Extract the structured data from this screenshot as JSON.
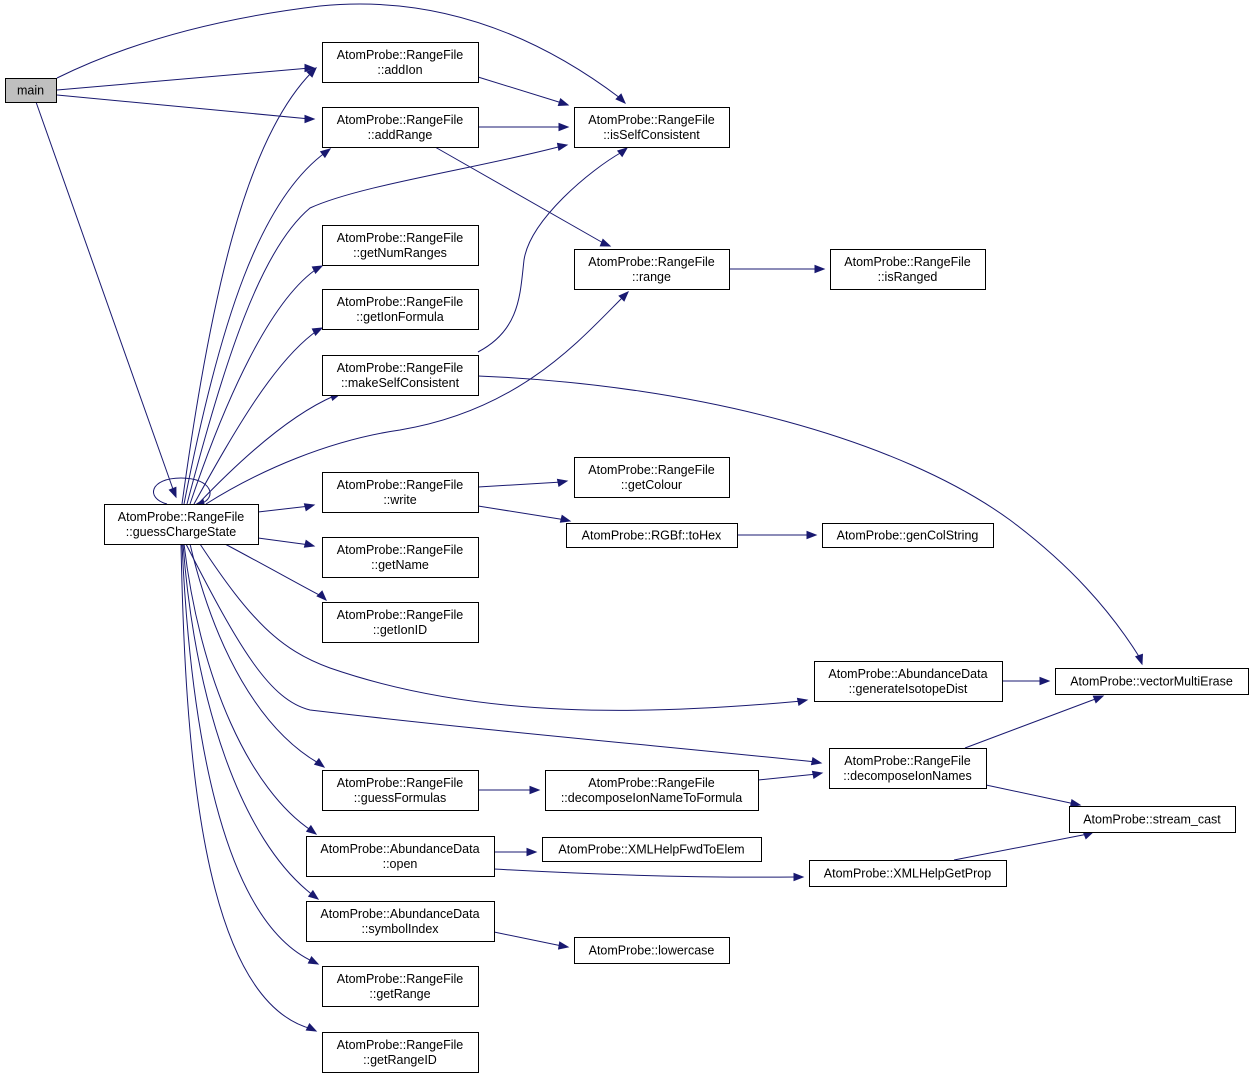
{
  "graph": {
    "nodes": [
      {
        "id": "main",
        "lines": [
          "main"
        ],
        "root": true
      },
      {
        "id": "addIon",
        "lines": [
          "AtomProbe::RangeFile",
          "::addIon"
        ]
      },
      {
        "id": "addRange",
        "lines": [
          "AtomProbe::RangeFile",
          "::addRange"
        ]
      },
      {
        "id": "isSelfConsistent",
        "lines": [
          "AtomProbe::RangeFile",
          "::isSelfConsistent"
        ]
      },
      {
        "id": "getNumRanges",
        "lines": [
          "AtomProbe::RangeFile",
          "::getNumRanges"
        ]
      },
      {
        "id": "range",
        "lines": [
          "AtomProbe::RangeFile",
          "::range"
        ]
      },
      {
        "id": "isRanged",
        "lines": [
          "AtomProbe::RangeFile",
          "::isRanged"
        ]
      },
      {
        "id": "getIonFormula",
        "lines": [
          "AtomProbe::RangeFile",
          "::getIonFormula"
        ]
      },
      {
        "id": "makeSelfConsistent",
        "lines": [
          "AtomProbe::RangeFile",
          "::makeSelfConsistent"
        ]
      },
      {
        "id": "getColour",
        "lines": [
          "AtomProbe::RangeFile",
          "::getColour"
        ]
      },
      {
        "id": "write",
        "lines": [
          "AtomProbe::RangeFile",
          "::write"
        ]
      },
      {
        "id": "guessChargeState",
        "lines": [
          "AtomProbe::RangeFile",
          "::guessChargeState"
        ]
      },
      {
        "id": "toHex",
        "lines": [
          "AtomProbe::RGBf::toHex"
        ]
      },
      {
        "id": "genColString",
        "lines": [
          "AtomProbe::genColString"
        ]
      },
      {
        "id": "getName",
        "lines": [
          "AtomProbe::RangeFile",
          "::getName"
        ]
      },
      {
        "id": "getIonID",
        "lines": [
          "AtomProbe::RangeFile",
          "::getIonID"
        ]
      },
      {
        "id": "generateIsotopeDist",
        "lines": [
          "AtomProbe::AbundanceData",
          "::generateIsotopeDist"
        ]
      },
      {
        "id": "vectorMultiErase",
        "lines": [
          "AtomProbe::vectorMultiErase"
        ]
      },
      {
        "id": "decomposeIonNames",
        "lines": [
          "AtomProbe::RangeFile",
          "::decomposeIonNames"
        ]
      },
      {
        "id": "guessFormulas",
        "lines": [
          "AtomProbe::RangeFile",
          "::guessFormulas"
        ]
      },
      {
        "id": "decomposeIonNameToFormula",
        "lines": [
          "AtomProbe::RangeFile",
          "::decomposeIonNameToFormula"
        ]
      },
      {
        "id": "streamCast",
        "lines": [
          "AtomProbe::stream_cast"
        ]
      },
      {
        "id": "open",
        "lines": [
          "AtomProbe::AbundanceData",
          "::open"
        ]
      },
      {
        "id": "xmlHelpFwdToElem",
        "lines": [
          "AtomProbe::XMLHelpFwdToElem"
        ]
      },
      {
        "id": "xmlHelpGetProp",
        "lines": [
          "AtomProbe::XMLHelpGetProp"
        ]
      },
      {
        "id": "symbolIndex",
        "lines": [
          "AtomProbe::AbundanceData",
          "::symbolIndex"
        ]
      },
      {
        "id": "lowercase",
        "lines": [
          "AtomProbe::lowercase"
        ]
      },
      {
        "id": "getRange",
        "lines": [
          "AtomProbe::RangeFile",
          "::getRange"
        ]
      },
      {
        "id": "getRangeID",
        "lines": [
          "AtomProbe::RangeFile",
          "::getRangeID"
        ]
      }
    ],
    "edges": [
      {
        "from": "main",
        "to": "addIon"
      },
      {
        "from": "main",
        "to": "addRange"
      },
      {
        "from": "main",
        "to": "isSelfConsistent"
      },
      {
        "from": "main",
        "to": "guessChargeState"
      },
      {
        "from": "addIon",
        "to": "isSelfConsistent"
      },
      {
        "from": "addRange",
        "to": "isSelfConsistent"
      },
      {
        "from": "addRange",
        "to": "range"
      },
      {
        "from": "range",
        "to": "isRanged"
      },
      {
        "from": "makeSelfConsistent",
        "to": "isSelfConsistent"
      },
      {
        "from": "makeSelfConsistent",
        "to": "vectorMultiErase"
      },
      {
        "from": "guessChargeState",
        "to": "guessChargeState"
      },
      {
        "from": "guessChargeState",
        "to": "addIon"
      },
      {
        "from": "guessChargeState",
        "to": "addRange"
      },
      {
        "from": "guessChargeState",
        "to": "isSelfConsistent"
      },
      {
        "from": "guessChargeState",
        "to": "getNumRanges"
      },
      {
        "from": "guessChargeState",
        "to": "getIonFormula"
      },
      {
        "from": "guessChargeState",
        "to": "makeSelfConsistent"
      },
      {
        "from": "guessChargeState",
        "to": "range"
      },
      {
        "from": "guessChargeState",
        "to": "write"
      },
      {
        "from": "guessChargeState",
        "to": "getName"
      },
      {
        "from": "guessChargeState",
        "to": "getIonID"
      },
      {
        "from": "guessChargeState",
        "to": "generateIsotopeDist"
      },
      {
        "from": "guessChargeState",
        "to": "decomposeIonNames"
      },
      {
        "from": "guessChargeState",
        "to": "guessFormulas"
      },
      {
        "from": "guessChargeState",
        "to": "open"
      },
      {
        "from": "guessChargeState",
        "to": "symbolIndex"
      },
      {
        "from": "guessChargeState",
        "to": "getRange"
      },
      {
        "from": "guessChargeState",
        "to": "getRangeID"
      },
      {
        "from": "write",
        "to": "getColour"
      },
      {
        "from": "write",
        "to": "toHex"
      },
      {
        "from": "toHex",
        "to": "genColString"
      },
      {
        "from": "generateIsotopeDist",
        "to": "vectorMultiErase"
      },
      {
        "from": "decomposeIonNames",
        "to": "vectorMultiErase"
      },
      {
        "from": "decomposeIonNames",
        "to": "streamCast"
      },
      {
        "from": "guessFormulas",
        "to": "decomposeIonNameToFormula"
      },
      {
        "from": "decomposeIonNameToFormula",
        "to": "decomposeIonNames"
      },
      {
        "from": "open",
        "to": "xmlHelpFwdToElem"
      },
      {
        "from": "open",
        "to": "xmlHelpGetProp"
      },
      {
        "from": "xmlHelpGetProp",
        "to": "streamCast"
      },
      {
        "from": "symbolIndex",
        "to": "lowercase"
      }
    ]
  }
}
